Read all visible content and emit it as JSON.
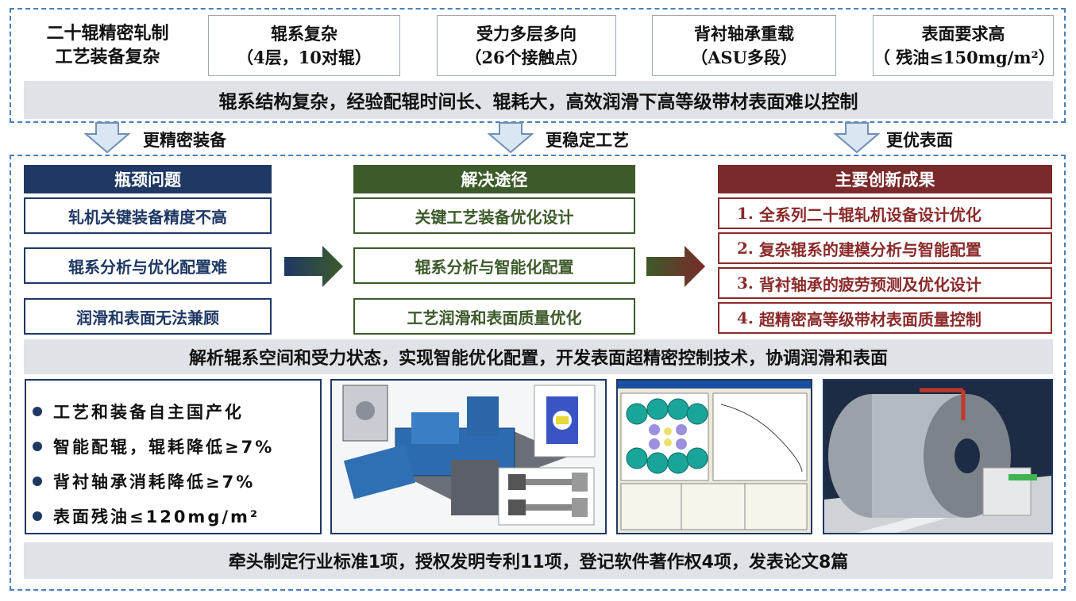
{
  "top": {
    "title_line1": "二十辊精密轧制",
    "title_line2": "工艺装备复杂",
    "boxes": [
      {
        "line1": "辊系复杂",
        "line2": "（4层，10对辊）"
      },
      {
        "line1": "受力多层多向",
        "line2": "（26个接触点）"
      },
      {
        "line1": "背衬轴承重载",
        "line2": "（ASU多段）"
      },
      {
        "line1": "表面要求高",
        "line2": "（ 残油≤150mg/m²）"
      }
    ],
    "summary": "辊系结构复杂，经验配辊时间长、辊耗大，高效润滑下高等级带材表面难以控制"
  },
  "arrows": [
    "更精密装备",
    "更稳定工艺",
    "更优表面"
  ],
  "columns": {
    "problems": {
      "header": "瓶颈问题",
      "items": [
        "轧机关键装备精度不高",
        "辊系分析与优化配置难",
        "润滑和表面无法兼顾"
      ]
    },
    "solutions": {
      "header": "解决途径",
      "items": [
        "关键工艺装备优化设计",
        "辊系分析与智能化配置",
        "工艺润滑和表面质量优化"
      ]
    },
    "results": {
      "header": "主要创新成果",
      "items": [
        {
          "num": "1.",
          "text": "全系列二十辊轧机设备设计优化"
        },
        {
          "num": "2.",
          "text": "复杂辊系的建模分析与智能配置"
        },
        {
          "num": "3.",
          "text": "背衬轴承的疲劳预测及优化设计"
        },
        {
          "num": "4.",
          "text": "超精密高等级带材表面质量控制"
        }
      ]
    }
  },
  "middle_summary": "解析辊系空间和受力状态，实现智能优化配置，开发表面超精密控制技术，协调润滑和表面",
  "outcomes": [
    "工艺和装备自主国产化",
    "智能配辊，辊耗降低≥7%",
    "背衬轴承消耗降低≥7%",
    "表面残油≤120mg/m²"
  ],
  "bottom_summary": "牵头制定行业标准1项，授权发明专利11项，登记软件著作权4项，发表论文8篇",
  "colors": {
    "dash": "#4a7ebb",
    "navy": "#1f3864",
    "green": "#3d5a2a",
    "maroon": "#7a2a2a",
    "gray": "#dfe2e7"
  }
}
